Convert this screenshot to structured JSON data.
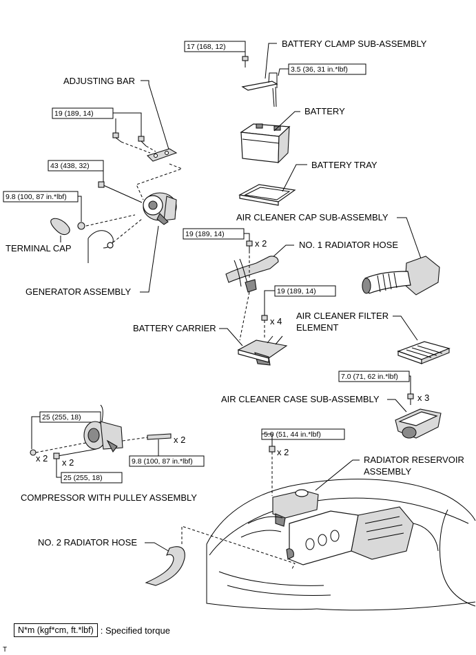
{
  "labels": {
    "battery_clamp": "BATTERY CLAMP SUB-ASSEMBLY",
    "battery": "BATTERY",
    "battery_tray": "BATTERY TRAY",
    "adjusting_bar": "ADJUSTING BAR",
    "air_cleaner_cap": "AIR CLEANER CAP SUB-ASSEMBLY",
    "no1_radiator_hose": "NO. 1 RADIATOR HOSE",
    "terminal_cap": "TERMINAL CAP",
    "generator": "GENERATOR ASSEMBLY",
    "air_cleaner_filter_1": "AIR CLEANER FILTER",
    "air_cleaner_filter_2": "ELEMENT",
    "battery_carrier": "BATTERY CARRIER",
    "air_cleaner_case": "AIR CLEANER CASE SUB-ASSEMBLY",
    "radiator_reservoir_1": "RADIATOR RESERVOIR",
    "radiator_reservoir_2": "ASSEMBLY",
    "compressor": "COMPRESSOR WITH PULLEY ASSEMBLY",
    "no2_radiator_hose": "NO. 2 RADIATOR HOSE"
  },
  "torques": {
    "t17": "17 (168, 12)",
    "t35": "3.5 (36, 31 in.*lbf)",
    "t19_adj": "19 (189, 14)",
    "t43": "43 (438, 32)",
    "t98_gen": "9.8 (100, 87 in.*lbf)",
    "t19_hose": "19 (189, 14)",
    "t19_carrier": "19 (189, 14)",
    "t70": "7.0 (71, 62 in.*lbf)",
    "t25_a": "25 (255, 18)",
    "t98_comp": "9.8 (100, 87 in.*lbf)",
    "t25_b": "25 (255, 18)",
    "t50": "5.0 (51, 44 in.*lbf)"
  },
  "quantities": {
    "q_hose": "x 2",
    "q_carrier": "x 4",
    "q_case": "x 3",
    "q_stud": "x 2",
    "q_nut": "x 2",
    "q_bolt": "x 2",
    "q_res": "x 2"
  },
  "legend": {
    "box": "N*m (kgf*cm, ft.*lbf)",
    "text": ": Specified torque"
  },
  "corner_mark": "T"
}
